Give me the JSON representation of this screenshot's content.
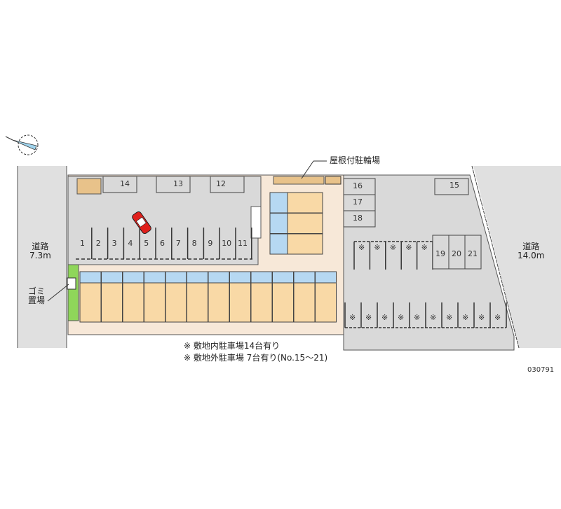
{
  "roads": {
    "left": {
      "name": "道路",
      "width": "7.3m"
    },
    "right": {
      "name": "道路",
      "width": "14.0m"
    }
  },
  "labels": {
    "bike_shelter": "屋根付駐輪場",
    "garbage": "ゴミ置場"
  },
  "parking": {
    "row_main": [
      "1",
      "2",
      "3",
      "4",
      "5",
      "6",
      "7",
      "8",
      "9",
      "10",
      "11"
    ],
    "top_boxes": [
      "14",
      "13",
      "12"
    ],
    "side": [
      "16",
      "17",
      "18"
    ],
    "space_15": "15",
    "external": [
      "19",
      "20",
      "21"
    ],
    "reserved_mark": "※"
  },
  "notes": [
    "※ 敷地内駐車場14台有り",
    "※ 敷地外駐車場 7台有り(No.15〜21)"
  ],
  "code": "030791",
  "colors": {
    "road": "#e0e0e0",
    "lot": "#d9d9d9",
    "paving": "#f7e8d8",
    "room": "#f9d9a6",
    "wet": "#b6d8f2",
    "car": "#e0201c",
    "green": "#8fd65a"
  }
}
